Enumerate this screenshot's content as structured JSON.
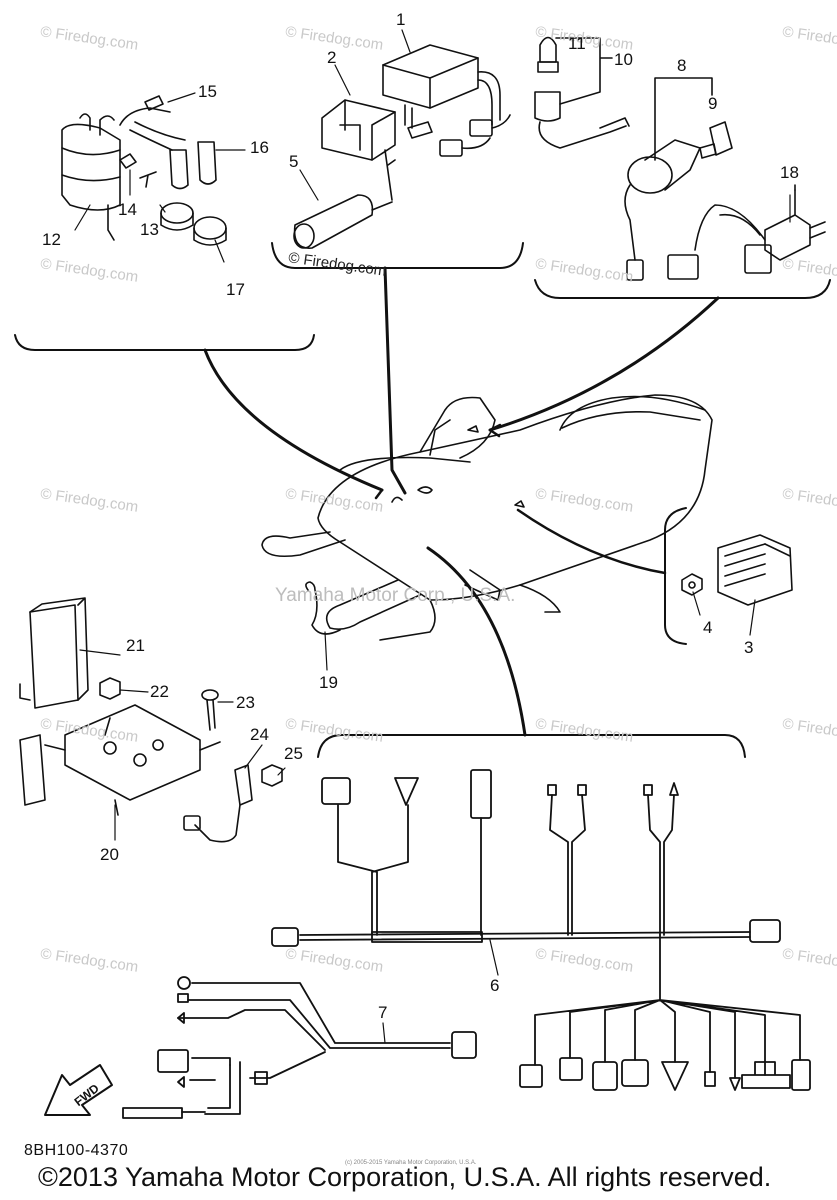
{
  "watermark": "© Firedog.com",
  "center_watermark": "Yamaha Motor Corp., U.S.A.",
  "inline_watermark": "© Firedog.com",
  "part_number": "8BH100-4370",
  "copyright": "©2013 Yamaha Motor Corporation, U.S.A. All rights reserved.",
  "tiny_note": "(c) 2005-2015 Yamaha Motor Corporation, U.S.A.",
  "fwd_label": "FWD",
  "callouts": [
    "1",
    "2",
    "3",
    "4",
    "5",
    "6",
    "7",
    "8",
    "9",
    "10",
    "11",
    "12",
    "13",
    "14",
    "15",
    "16",
    "17",
    "18",
    "19",
    "20",
    "21",
    "22",
    "23",
    "24",
    "25"
  ]
}
